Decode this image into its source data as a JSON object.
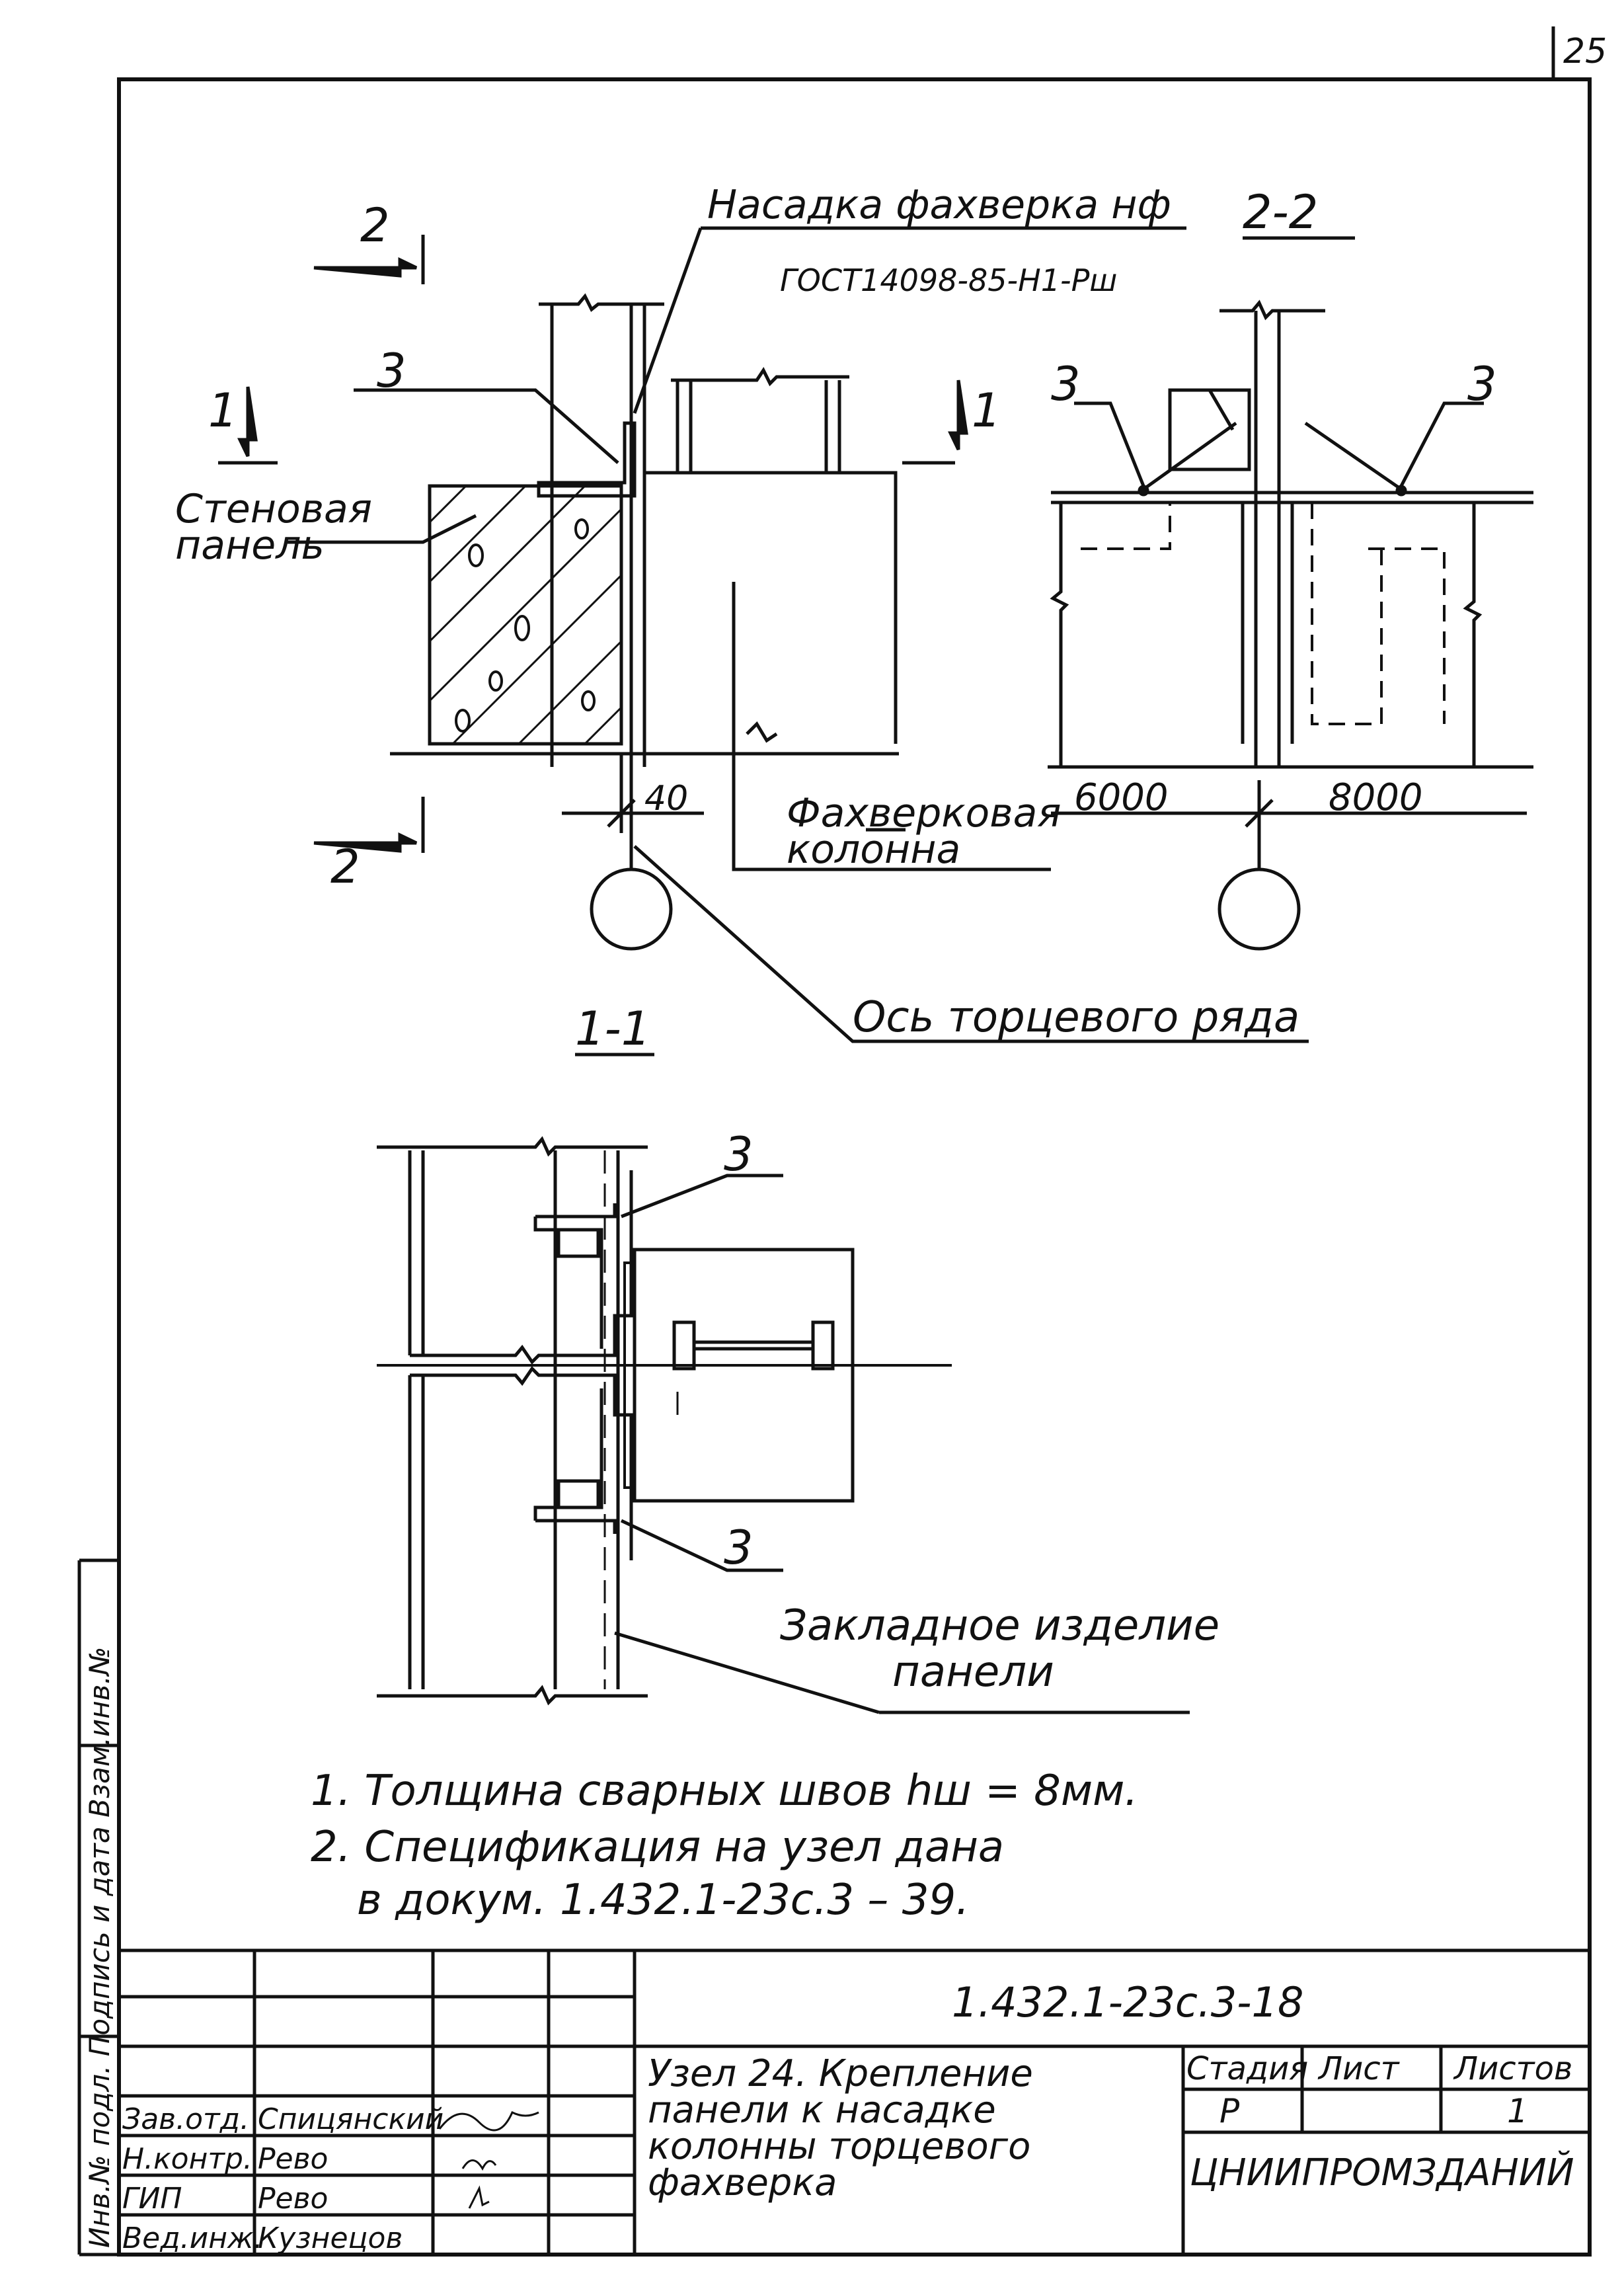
{
  "page_number": "25",
  "labels": {
    "naсadka": "Насадка фахверка нф",
    "gost": "ГОСТ14098-85-Н1-Рш",
    "section_22": "2-2",
    "section_11": "1-1",
    "cut_2": "2",
    "cut_1": "1",
    "wall_panel_1": "Стеновая",
    "wall_panel_2": "панель",
    "pos3": "3",
    "dim40": "40",
    "column_1": "Фахверковая",
    "column_2": "колонна",
    "dim6000": "6000",
    "dim8000": "8000",
    "axis": "Ось торцевого ряда",
    "embedded_1": "Закладное изделие",
    "embedded_2": "панели"
  },
  "notes": [
    "1. Толщина    сварных  швов  hш = 8мм.",
    "2. Спецификация на узел  дана",
    "в докум. 1.432.1-23с.3 – 39."
  ],
  "title_block": {
    "doc_code": "1.432.1-23с.3-18",
    "title_lines": [
      "Узел 24. Крепление",
      "панели к насадке",
      "колонны торцевого",
      "фахверка"
    ],
    "stage_header": "Стадия",
    "sheet_header": "Лист",
    "sheets_header": "Листов",
    "stage": "Р",
    "sheet": "",
    "sheets": "1",
    "org": "ЦНИИПРОМЗДАНИЙ",
    "roles": [
      {
        "role": "Зав.отд.",
        "name": "Спицянский"
      },
      {
        "role": "Н.контр.",
        "name": "Рево"
      },
      {
        "role": "ГИП",
        "name": "Рево"
      },
      {
        "role": "Вед.инж.",
        "name": "Кузнецов"
      }
    ],
    "side_stamp": "Инв.№ подл.  Подпись и дата  Взам.инв.№"
  }
}
